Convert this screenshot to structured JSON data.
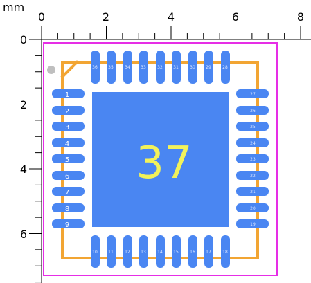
{
  "units": "mm",
  "ruler": {
    "x_labels": [
      "0",
      "2",
      "4",
      "6",
      "8"
    ],
    "y_labels": [
      "0",
      "2",
      "4",
      "6"
    ]
  },
  "component": {
    "center_label": "37",
    "left_pins": [
      "1",
      "2",
      "3",
      "4",
      "5",
      "6",
      "7",
      "8",
      "9"
    ],
    "right_pins": [
      "27",
      "26",
      "25",
      "24",
      "23",
      "22",
      "21",
      "20",
      "19"
    ],
    "top_pins": [
      "36",
      "35",
      "34",
      "33",
      "32",
      "31",
      "30",
      "29",
      "28"
    ],
    "bottom_pins": [
      "10",
      "11",
      "12",
      "13",
      "14",
      "15",
      "16",
      "17",
      "18"
    ]
  },
  "colors": {
    "pad": "#4a86f2",
    "silkscreen": "#f2a533",
    "selection": "#e62ee6",
    "label": "#f2f25a",
    "marker": "#bfbfbf"
  }
}
